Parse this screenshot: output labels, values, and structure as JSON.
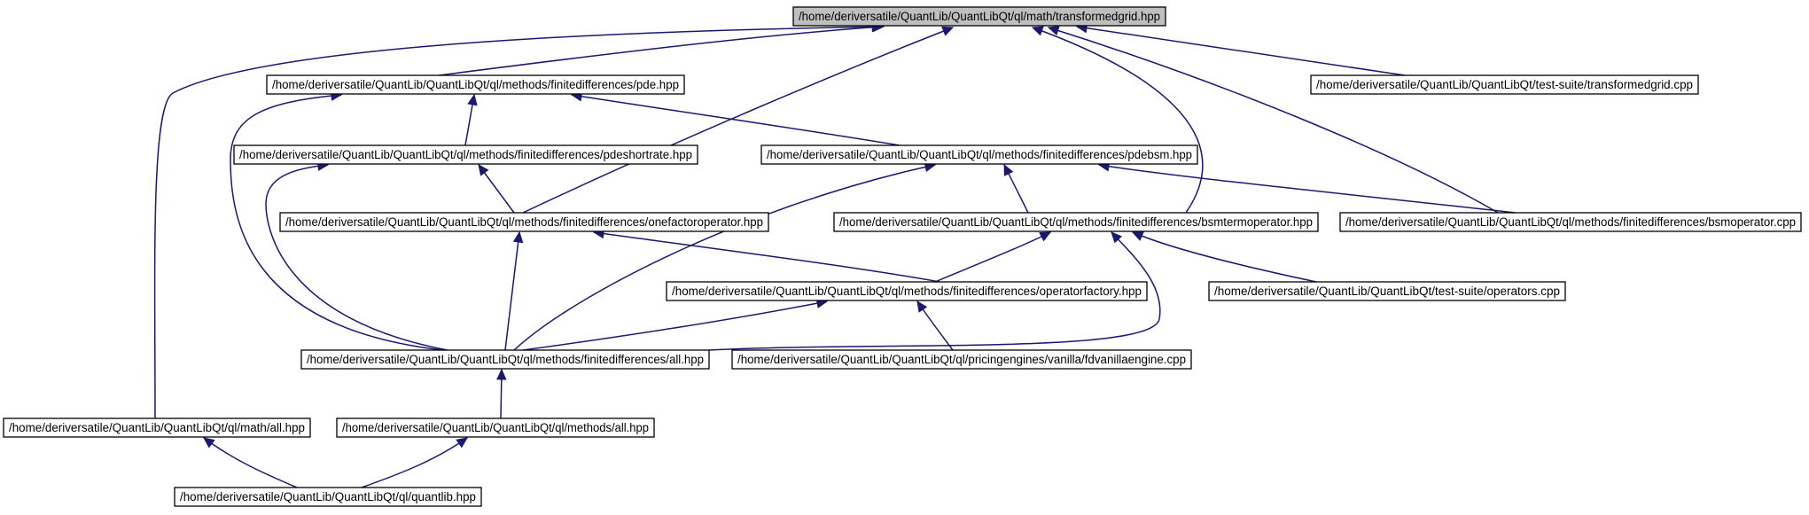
{
  "colors": {
    "root_fill": "#bfbfbf",
    "node_fill": "#ffffff",
    "edge": "#191970"
  },
  "nodes": [
    {
      "id": "transformedgrid_hpp",
      "label": "/home/deriversatile/QuantLib/QuantLibQt/ql/math/transformedgrid.hpp",
      "root": true
    },
    {
      "id": "pde_hpp",
      "label": "/home/deriversatile/QuantLib/QuantLibQt/ql/methods/finitedifferences/pde.hpp"
    },
    {
      "id": "transformedgrid_cpp",
      "label": "/home/deriversatile/QuantLib/QuantLibQt/test-suite/transformedgrid.cpp"
    },
    {
      "id": "pdeshortrate_hpp",
      "label": "/home/deriversatile/QuantLib/QuantLibQt/ql/methods/finitedifferences/pdeshortrate.hpp"
    },
    {
      "id": "pdebsm_hpp",
      "label": "/home/deriversatile/QuantLib/QuantLibQt/ql/methods/finitedifferences/pdebsm.hpp"
    },
    {
      "id": "onefactoroperator_hpp",
      "label": "/home/deriversatile/QuantLib/QuantLibQt/ql/methods/finitedifferences/onefactoroperator.hpp"
    },
    {
      "id": "bsmtermoperator_hpp",
      "label": "/home/deriversatile/QuantLib/QuantLibQt/ql/methods/finitedifferences/bsmtermoperator.hpp"
    },
    {
      "id": "bsmoperator_cpp",
      "label": "/home/deriversatile/QuantLib/QuantLibQt/ql/methods/finitedifferences/bsmoperator.cpp"
    },
    {
      "id": "operatorfactory_hpp",
      "label": "/home/deriversatile/QuantLib/QuantLibQt/ql/methods/finitedifferences/operatorfactory.hpp"
    },
    {
      "id": "operators_cpp",
      "label": "/home/deriversatile/QuantLib/QuantLibQt/test-suite/operators.cpp"
    },
    {
      "id": "fd_all_hpp",
      "label": "/home/deriversatile/QuantLib/QuantLibQt/ql/methods/finitedifferences/all.hpp"
    },
    {
      "id": "fdvanillaengine_cpp",
      "label": "/home/deriversatile/QuantLib/QuantLibQt/ql/pricingengines/vanilla/fdvanillaengine.cpp"
    },
    {
      "id": "math_all_hpp",
      "label": "/home/deriversatile/QuantLib/QuantLibQt/ql/math/all.hpp"
    },
    {
      "id": "methods_all_hpp",
      "label": "/home/deriversatile/QuantLib/QuantLibQt/ql/methods/all.hpp"
    },
    {
      "id": "quantlib_hpp",
      "label": "/home/deriversatile/QuantLib/QuantLibQt/ql/quantlib.hpp"
    }
  ],
  "edges": [
    {
      "from": "pde_hpp",
      "to": "transformedgrid_hpp"
    },
    {
      "from": "transformedgrid_cpp",
      "to": "transformedgrid_hpp"
    },
    {
      "from": "math_all_hpp",
      "to": "transformedgrid_hpp"
    },
    {
      "from": "onefactoroperator_hpp",
      "to": "transformedgrid_hpp"
    },
    {
      "from": "bsmtermoperator_hpp",
      "to": "transformedgrid_hpp"
    },
    {
      "from": "bsmoperator_cpp",
      "to": "transformedgrid_hpp"
    },
    {
      "from": "pdeshortrate_hpp",
      "to": "pde_hpp"
    },
    {
      "from": "pdebsm_hpp",
      "to": "pde_hpp"
    },
    {
      "from": "fd_all_hpp",
      "to": "pde_hpp"
    },
    {
      "from": "onefactoroperator_hpp",
      "to": "pdeshortrate_hpp"
    },
    {
      "from": "fd_all_hpp",
      "to": "pdeshortrate_hpp"
    },
    {
      "from": "bsmtermoperator_hpp",
      "to": "pdebsm_hpp"
    },
    {
      "from": "bsmoperator_cpp",
      "to": "pdebsm_hpp"
    },
    {
      "from": "fd_all_hpp",
      "to": "pdebsm_hpp"
    },
    {
      "from": "operatorfactory_hpp",
      "to": "onefactoroperator_hpp"
    },
    {
      "from": "fd_all_hpp",
      "to": "onefactoroperator_hpp"
    },
    {
      "from": "operatorfactory_hpp",
      "to": "bsmtermoperator_hpp"
    },
    {
      "from": "operators_cpp",
      "to": "bsmtermoperator_hpp"
    },
    {
      "from": "fd_all_hpp",
      "to": "bsmtermoperator_hpp"
    },
    {
      "from": "fd_all_hpp",
      "to": "operatorfactory_hpp"
    },
    {
      "from": "fdvanillaengine_cpp",
      "to": "operatorfactory_hpp"
    },
    {
      "from": "methods_all_hpp",
      "to": "fd_all_hpp"
    },
    {
      "from": "quantlib_hpp",
      "to": "math_all_hpp"
    },
    {
      "from": "quantlib_hpp",
      "to": "methods_all_hpp"
    }
  ]
}
